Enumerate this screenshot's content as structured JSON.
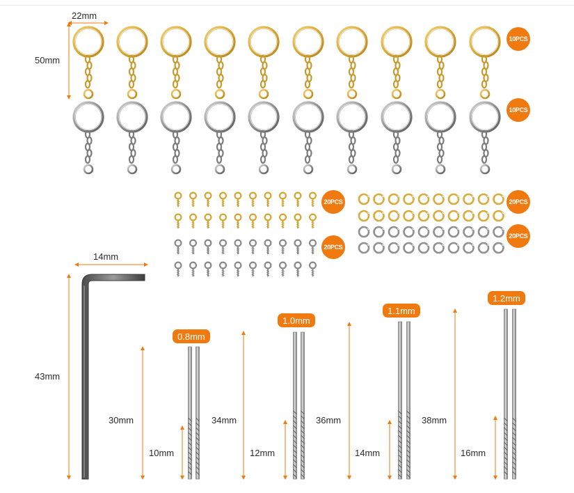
{
  "colors": {
    "accent": "#f07a10",
    "gold": "#d9ad3c",
    "silver": "#8e8e8e",
    "dimension": "#f07a10"
  },
  "keyrings": {
    "ring_width_label": "22mm",
    "height_label": "50mm",
    "gold_count": 10,
    "silver_count": 10,
    "gold_badge": "10PCS",
    "silver_badge": "10PCS"
  },
  "eye_pins": {
    "per_row": 10,
    "rows": 4,
    "gold_badge": "20PCS",
    "silver_badge": "20PCS"
  },
  "jump_rings": {
    "per_row": 10,
    "rows": 4,
    "gold_badge": "20PCS",
    "silver_badge": "20PCS"
  },
  "hex_key": {
    "width_label": "14mm",
    "height_label": "43mm"
  },
  "drill_bits": [
    {
      "size": "1.0mm",
      "length_label": "34mm",
      "flute_label": "12mm"
    },
    {
      "size": "0.8mm",
      "length_label": "30mm",
      "flute_label": "10mm"
    },
    {
      "size": "1.1mm",
      "length_label": "36mm",
      "flute_label": "14mm"
    },
    {
      "size": "1.2mm",
      "length_label": "38mm",
      "flute_label": "16mm"
    }
  ]
}
